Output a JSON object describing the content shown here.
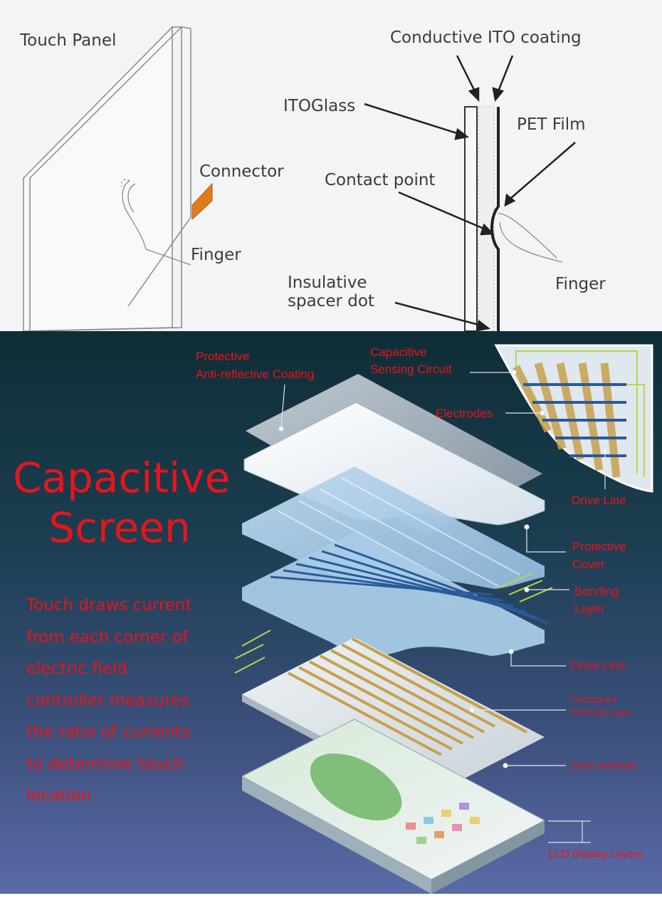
{
  "top": {
    "touch_panel": "Touch Panel",
    "connector": "Connector",
    "finger_left": "Finger",
    "conductive_ito": "Conductive ITO coating",
    "ito_glass": "ITOGlass",
    "pet_film": "PET Film",
    "contact_point": "Contact point",
    "finger_right": "Finger",
    "spacer_line1": "Insulative",
    "spacer_line2": "spacer dot"
  },
  "bottom": {
    "title_line1": "Capacitive",
    "title_line2": "Screen",
    "description": [
      "Touch draws current",
      "from each corner of",
      "electric field",
      "controller measures",
      "the ratio of currents",
      "to determine touch",
      "location"
    ],
    "labels": {
      "protective_coating_1": "Protective",
      "protective_coating_2": "Anti-reflective Coating",
      "sensing_circuit_1": "Capacitive",
      "sensing_circuit_2": "Sensing Circuit",
      "electrodes": "Electrodes",
      "drive_line_inset": "Drive Line",
      "protective_cover_1": "Protective",
      "protective_cover_2": "Cover",
      "bonding_1": "Bonding",
      "bonding_2": "Layer",
      "drive_line": "Drive Line",
      "transparent_1": "Transparent",
      "transparent_2": "Electrode Layer",
      "glass_substrate": "Glass Substrate",
      "lcd_layers": "LCD Display Layers"
    }
  },
  "colors": {
    "label_red": "#e8141b",
    "connector_orange": "#e07b1c",
    "electrode_gold": "#c9a04a",
    "drive_blue": "#2a5a9a"
  }
}
